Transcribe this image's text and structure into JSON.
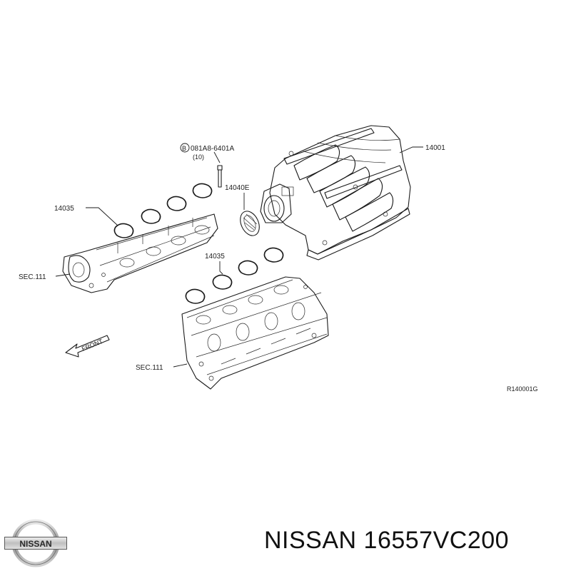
{
  "diagram": {
    "labels": {
      "intake_manifold": "14001",
      "bolt_ref": "081A8-6401A",
      "bolt_ref_symbol": "B",
      "bolt_qty": "(10)",
      "throttle_gasket": "14040E",
      "gasket_upper": "14035",
      "gasket_lower": "14035",
      "sec_upper": "SEC.111",
      "sec_lower": "SEC.111",
      "front": "FRONT",
      "diagram_code": "R140001G"
    }
  },
  "footer": {
    "brand": "NISSAN",
    "part_number": "16557VC200",
    "logo_text": "NISSAN"
  }
}
